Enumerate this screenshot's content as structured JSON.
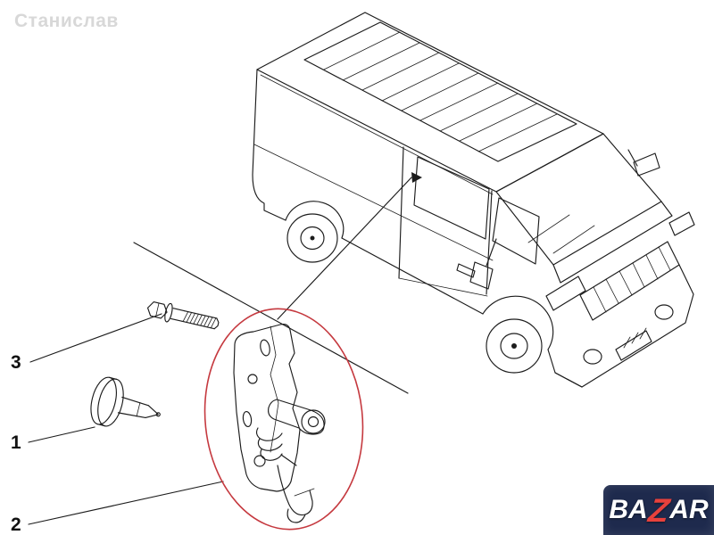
{
  "watermark": {
    "text": "Станислав",
    "color": "#d8d8d8"
  },
  "callouts": [
    {
      "label": "3",
      "part": "mounting-bolt"
    },
    {
      "label": "1",
      "part": "retainer-pin"
    },
    {
      "label": "2",
      "part": "door-latch-bracket"
    }
  ],
  "highlight": {
    "color": "#c5393f"
  },
  "diagram": {
    "line_color": "#1c1c1c",
    "vehicle": "panel-van-three-quarter-front-view"
  },
  "logo": {
    "prefix": "BA",
    "accent": "Z",
    "suffix": "AR",
    "bg_color": "#1e2a4d",
    "accent_color": "#e8413c",
    "text_color": "#ffffff"
  }
}
